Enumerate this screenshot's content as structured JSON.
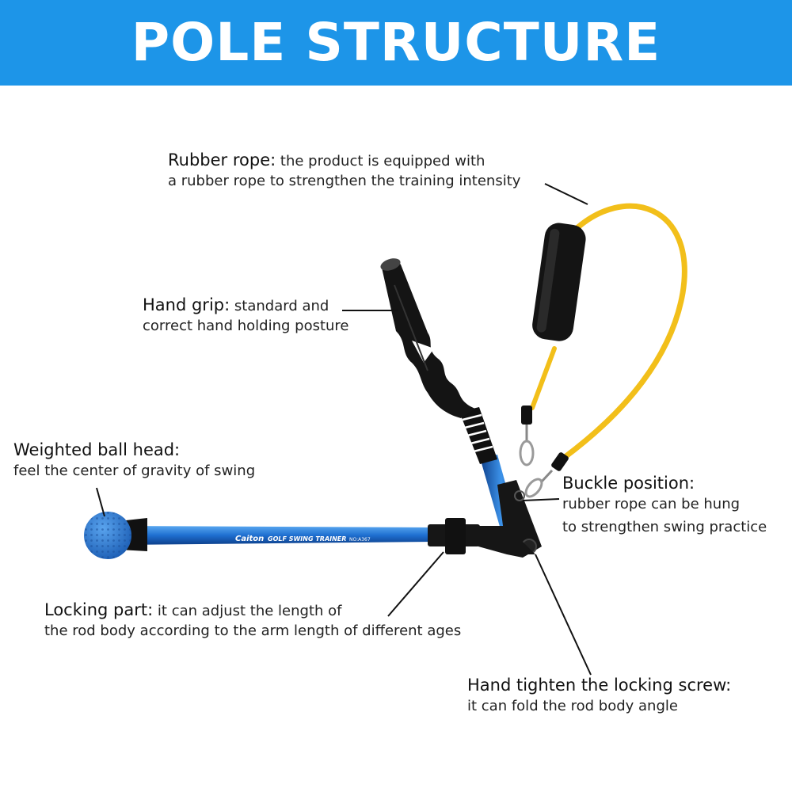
{
  "header": {
    "title": "POLE STRUCTURE"
  },
  "product": {
    "brand": "Caiton",
    "name": "GOLF SWING TRAINER",
    "model": "NO:A367"
  },
  "callouts": {
    "rubber_rope": {
      "title": "Rubber rope:",
      "line1": " the product is equipped with",
      "line2": "a rubber rope to strengthen the training intensity"
    },
    "hand_grip": {
      "title": "Hand grip:",
      "line1": " standard and",
      "line2": "correct hand holding posture"
    },
    "ball_head": {
      "title": "Weighted ball head:",
      "line2": "feel the center of gravity of swing"
    },
    "buckle": {
      "title": "Buckle position:",
      "line2": "rubber rope can be hung",
      "line3": "to strengthen swing practice"
    },
    "locking": {
      "title": "Locking part:",
      "line1": " it can adjust the length of",
      "line2": "the rod body according to the arm length of different ages"
    },
    "screw": {
      "title": "Hand tighten the locking screw:",
      "line2": "it can fold the rod body angle"
    }
  },
  "colors": {
    "banner": "#1d95e8",
    "rod": "#1e6fd0",
    "rope": "#f2bf1a",
    "ball": "#2f7fd6",
    "grip": "#141414"
  }
}
